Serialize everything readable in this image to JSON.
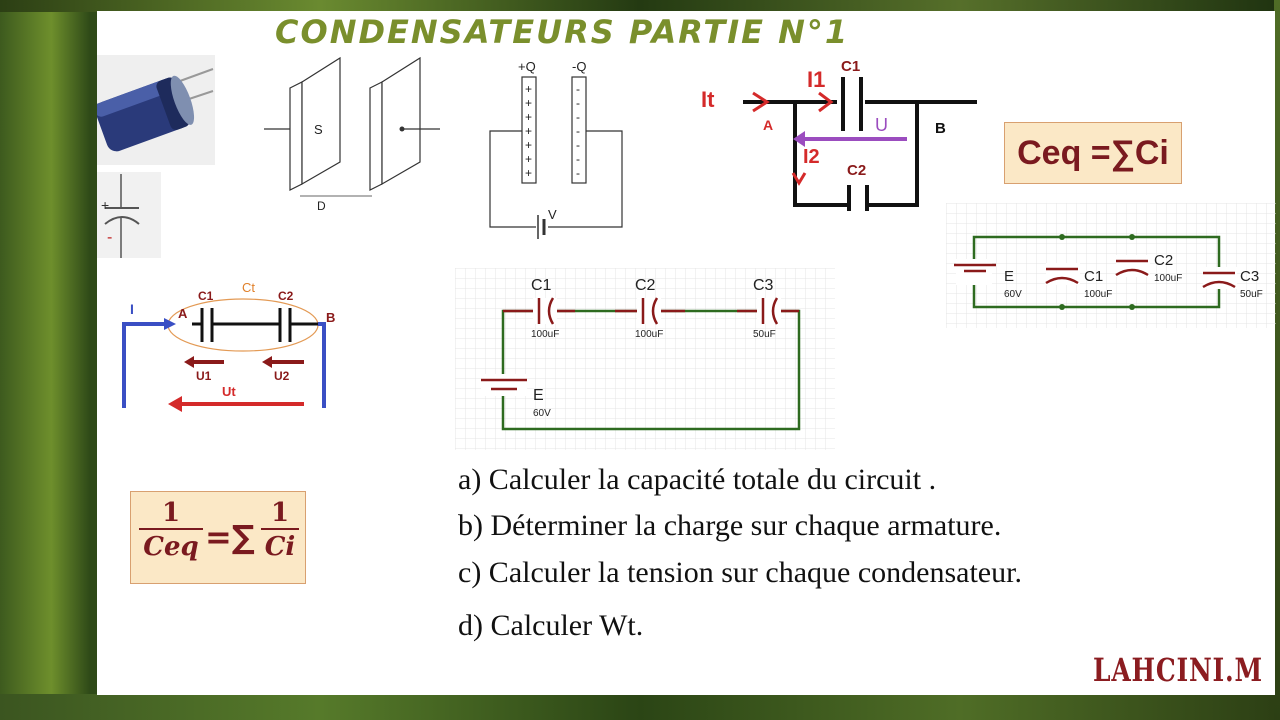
{
  "title": "CONDENSATEURS PARTIE N°1",
  "diagram_plates": {
    "area_label": "S",
    "distance_label": "D"
  },
  "diagram_charges": {
    "plus_q": "+Q",
    "minus_q": "-Q",
    "voltage": "V"
  },
  "diagram_parallel_top": {
    "total_current": "It",
    "i1": "I1",
    "i2": "I2",
    "c1": "C1",
    "c2": "C2",
    "node_a": "A",
    "node_b": "B",
    "voltage": "U"
  },
  "formula_parallel": "Ceq =∑Ci",
  "symbol": {
    "plus": "+",
    "minus": "-"
  },
  "diagram_series_small": {
    "current": "I",
    "node_a": "A",
    "node_b": "B",
    "c1": "C1",
    "c2": "C2",
    "ct": "Ct",
    "u1": "U1",
    "u2": "U2",
    "ut": "Ut"
  },
  "circuit_series": {
    "c1": "C1",
    "c1_value": "100uF",
    "c2": "C2",
    "c2_value": "100uF",
    "c3": "C3",
    "c3_value": "50uF",
    "source": "E",
    "source_value": "60V"
  },
  "circuit_parallel": {
    "source": "E",
    "source_value": "60V",
    "c1": "C1",
    "c1_value": "100uF",
    "c2": "C2",
    "c2_value": "100uF",
    "c3": "C3",
    "c3_value": "50uF"
  },
  "formula_series": {
    "num": "1",
    "den_left": "Ceq",
    "operator": "=∑",
    "den_right": "Ci"
  },
  "questions": [
    "a) Calculer la capacité totale du circuit .",
    "b) Déterminer la charge sur chaque armature.",
    "c) Calculer la tension sur chaque condensateur.",
    "d) Calculer Wt."
  ],
  "author": "LAHCINI.M",
  "colors": {
    "title": "#7a8f2c",
    "formula_text": "#7a1a1f",
    "formula_bg": "#fbe8c6",
    "author": "#8b1c20",
    "wire_green": "#2e6b20",
    "component_red": "#8a1a1a",
    "arrow_red": "#d42a2a",
    "wire_blue": "#3a4fc4",
    "arrow_purple": "#9b4dbf"
  }
}
